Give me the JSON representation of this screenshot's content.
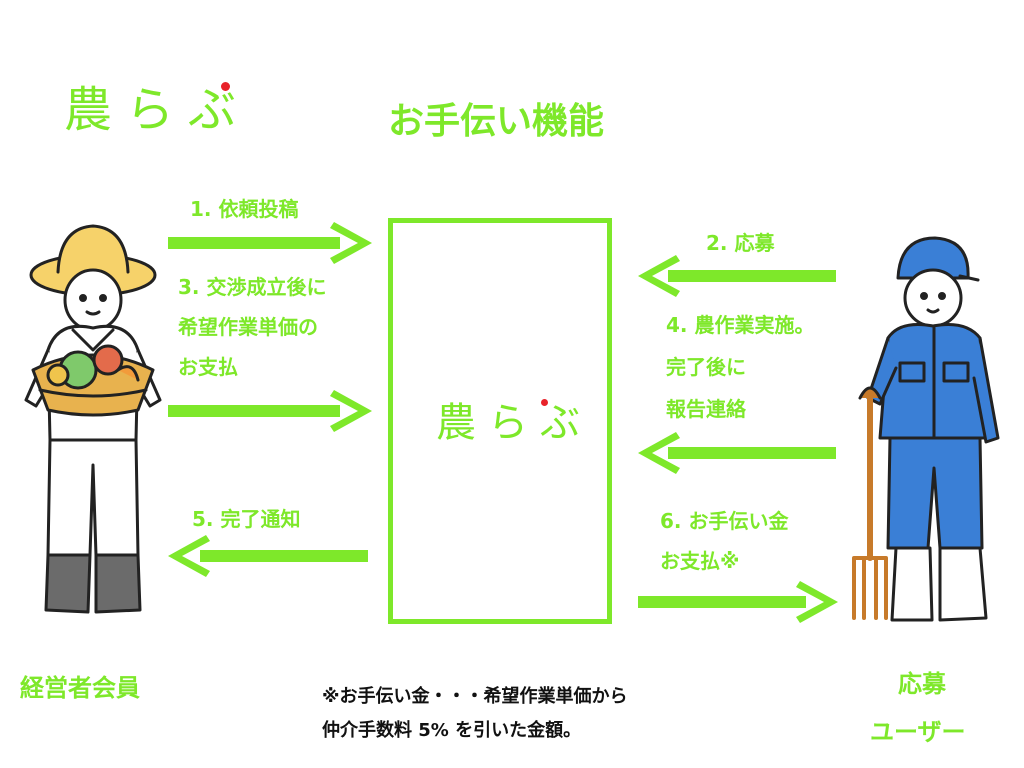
{
  "brand": {
    "logo": "農らぶ"
  },
  "title": "お手伝い機能",
  "center": {
    "logo": "農らぶ"
  },
  "steps": {
    "s1": "1. 依頼投稿",
    "s2": "2. 応募",
    "s3": [
      "3. 交渉成立後に",
      "希望作業単価の",
      "お支払"
    ],
    "s4": [
      "4. 農作業実施。",
      "完了後に",
      "報告連絡"
    ],
    "s5": "5. 完了通知",
    "s6": [
      "6. お手伝い金",
      "お支払※"
    ]
  },
  "roles": {
    "left": "経営者会員",
    "right": [
      "応募",
      "ユーザー"
    ]
  },
  "footnote": [
    "※お手伝い金・・・希望作業単価から",
    "仲介手数料 5% を引いた金額。"
  ],
  "colors": {
    "accent": "#7ee82a",
    "logo_dot": "#e8222a",
    "text": "#111111"
  }
}
